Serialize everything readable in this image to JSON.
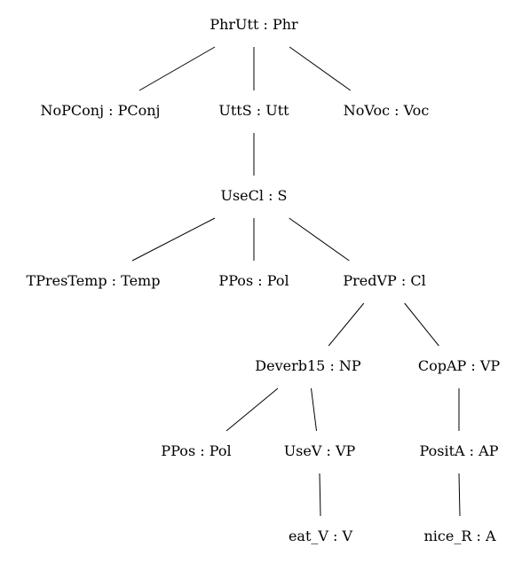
{
  "nodes": [
    {
      "id": "n0",
      "label": "PhrUtt : Phr"
    },
    {
      "id": "n1",
      "label": "NoPConj : PConj"
    },
    {
      "id": "n2",
      "label": "UttS : Utt"
    },
    {
      "id": "n3",
      "label": "NoVoc : Voc"
    },
    {
      "id": "n4",
      "label": "UseCl : S"
    },
    {
      "id": "n5",
      "label": "TPresTemp : Temp"
    },
    {
      "id": "n6",
      "label": "PPos : Pol"
    },
    {
      "id": "n7",
      "label": "PredVP : Cl"
    },
    {
      "id": "n8",
      "label": "Deverb15 : NP"
    },
    {
      "id": "n9",
      "label": "CopAP : VP"
    },
    {
      "id": "n10",
      "label": "PPos : Pol"
    },
    {
      "id": "n11",
      "label": "UseV : VP"
    },
    {
      "id": "n12",
      "label": "PositA : AP"
    },
    {
      "id": "n13",
      "label": "eat_V : V"
    },
    {
      "id": "n14",
      "label": "nice_R : A"
    }
  ],
  "edges": [
    [
      "n0",
      "n1"
    ],
    [
      "n0",
      "n2"
    ],
    [
      "n0",
      "n3"
    ],
    [
      "n2",
      "n4"
    ],
    [
      "n4",
      "n5"
    ],
    [
      "n4",
      "n6"
    ],
    [
      "n4",
      "n7"
    ],
    [
      "n7",
      "n8"
    ],
    [
      "n7",
      "n9"
    ],
    [
      "n8",
      "n10"
    ],
    [
      "n8",
      "n11"
    ],
    [
      "n9",
      "n12"
    ],
    [
      "n11",
      "n13"
    ],
    [
      "n12",
      "n14"
    ]
  ]
}
